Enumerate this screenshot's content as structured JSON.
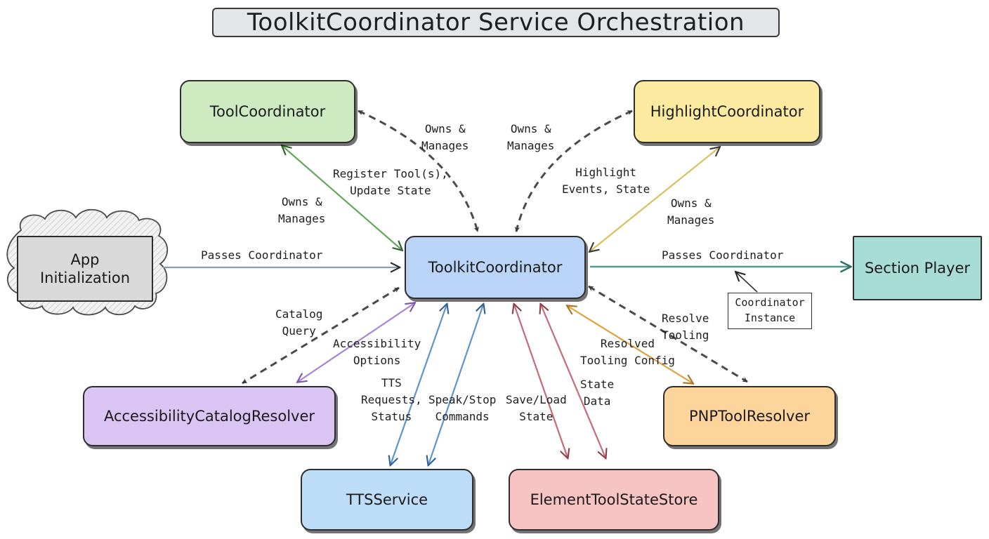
{
  "title": "ToolkitCoordinator Service Orchestration",
  "nodes": {
    "tool_coordinator": "ToolCoordinator",
    "highlight_coordinator": "HighlightCoordinator",
    "app_initialization": "App\nInitialization",
    "toolkit_coordinator": "ToolkitCoordinator",
    "section_player": "Section Player",
    "accessibility_catalog_resolver": "AccessibilityCatalogResolver",
    "pnp_tool_resolver": "PNPToolResolver",
    "tts_service": "TTSService",
    "element_tool_state_store": "ElementToolStateStore"
  },
  "node_colors": {
    "tool_coordinator": "#cdeac0",
    "highlight_coordinator": "#fbeaa0",
    "app_initialization": "#d9d9d9",
    "toolkit_coordinator": "#b9d4f7",
    "section_player": "#a8ddd6",
    "accessibility_catalog_resolver": "#dac4f3",
    "pnp_tool_resolver": "#fdd49c",
    "tts_service": "#bcdcf8",
    "element_tool_state_store": "#f8c3c3"
  },
  "edge_colors": {
    "green": "#62a85a",
    "gold": "#d8c060",
    "gray": "#4a4a4a",
    "teal": "#4f9c96",
    "purple": "#a784d9",
    "blue": "#5d95cc",
    "red": "#c56b78",
    "orange": "#e0a040"
  },
  "labels": {
    "owns_manages_left_top": "Owns &\nManages",
    "owns_manages_right_top": "Owns &\nManages",
    "register_tools": "Register Tool(s),\nUpdate State",
    "highlight_events": "Highlight\nEvents, State",
    "owns_manages_left": "Owns &\nManages",
    "owns_manages_right": "Owns &\nManages",
    "passes_coordinator_left": "Passes Coordinator",
    "passes_coordinator_right": "Passes Coordinator",
    "coordinator_instance": "Coordinator\nInstance",
    "catalog_query": "Catalog\nQuery",
    "accessibility_options": "Accessibility\nOptions",
    "resolve_tooling": "Resolve\nTooling",
    "resolved_tooling_config": "Resolved\nTooling Config",
    "tts_requests": "TTS\nRequests,\nStatus",
    "speak_stop": "Speak/Stop\nCommands",
    "save_load": "Save/Load\nState",
    "state_data": "State\nData"
  }
}
